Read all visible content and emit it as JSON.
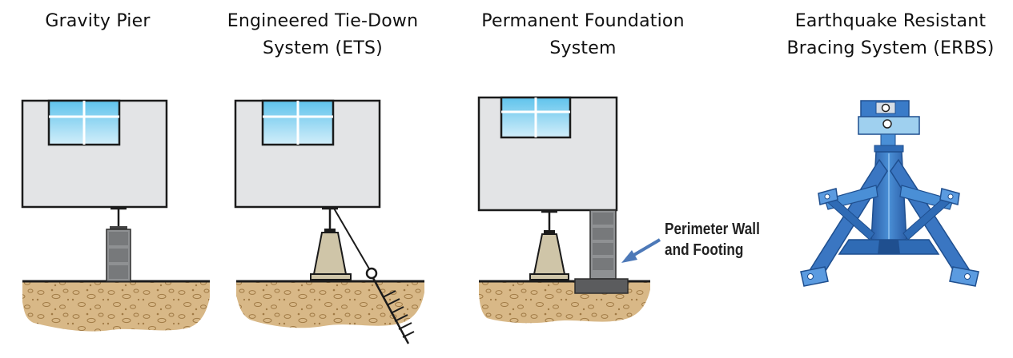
{
  "panels": [
    {
      "title_lines": [
        "Gravity Pier"
      ]
    },
    {
      "title_lines": [
        "Engineered Tie-Down",
        "System (ETS)"
      ]
    },
    {
      "title_lines": [
        "Permanent Foundation",
        "System"
      ]
    },
    {
      "title_lines": [
        "Earthquake Resistant",
        "Bracing System (ERBS)"
      ]
    }
  ],
  "callout": {
    "lines": [
      "Perimeter Wall",
      "and Footing"
    ]
  },
  "colors": {
    "wall": "#e3e4e6",
    "window": "#a9dcf3",
    "soil": "#d8b887",
    "pier_block": "#8f9193",
    "concrete_stand": "#cfc5a8",
    "arrow": "#4d79b8",
    "erbs_blue": "#2f6bb5"
  }
}
